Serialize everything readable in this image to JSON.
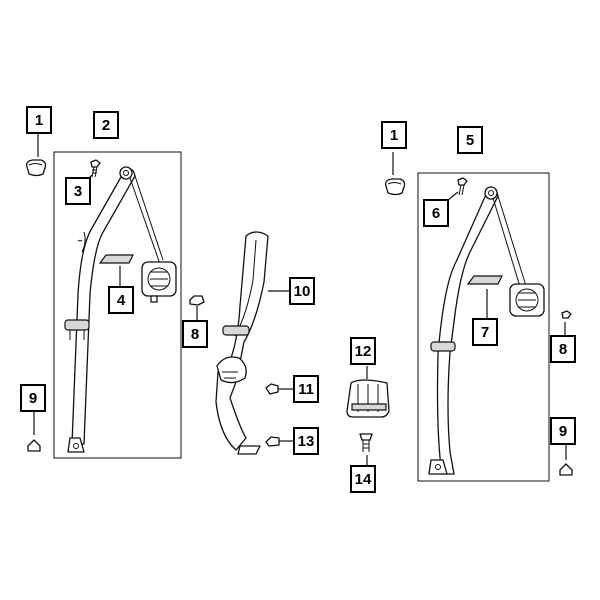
{
  "callouts": [
    "1",
    "2",
    "3",
    "4",
    "8",
    "9",
    "10",
    "11",
    "12",
    "13",
    "14",
    "1",
    "5",
    "6",
    "7",
    "8",
    "9"
  ],
  "icons": {
    "nut": "nut-icon",
    "bolt": "bolt-icon",
    "cover": "cover-icon",
    "retractor": "retractor-icon",
    "buckle": "buckle-icon",
    "belt": "seat-belt-assembly-icon"
  }
}
